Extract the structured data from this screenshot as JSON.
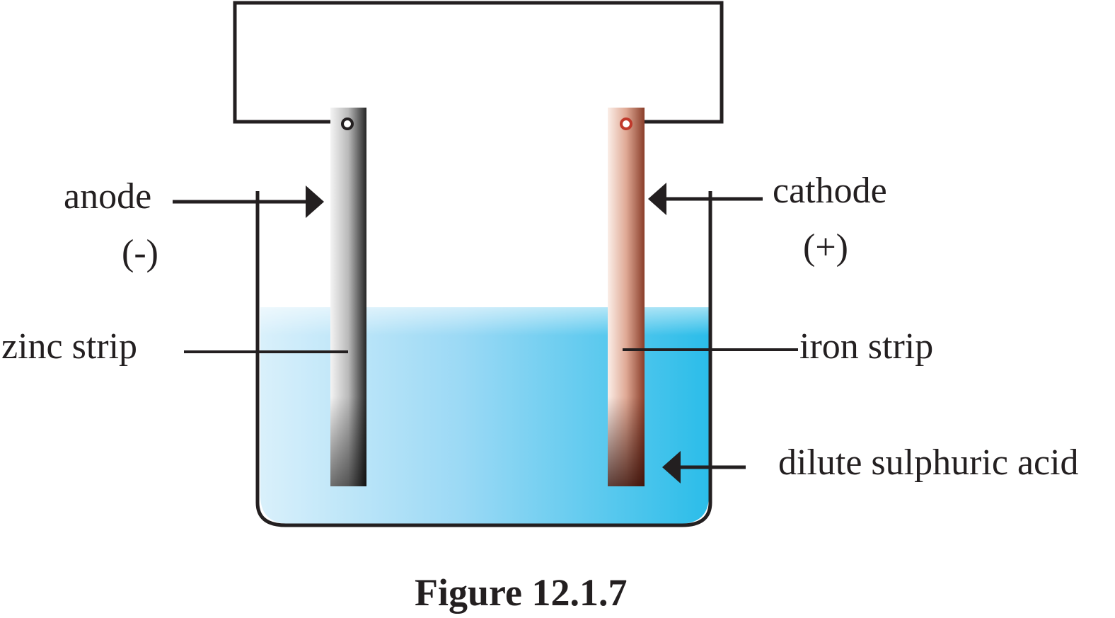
{
  "labels": {
    "anode": "anode",
    "anode_sign": "(-)",
    "cathode": "cathode",
    "cathode_sign": "(+)",
    "zinc_strip": "zinc strip",
    "iron_strip": "iron strip",
    "acid": "dilute sulphuric acid"
  },
  "caption": "Figure 12.1.7",
  "colors": {
    "wire": "#231f20",
    "solution_light": "#d7eefb",
    "solution_dark": "#2bbde9",
    "zinc_light": "#f2f2f2",
    "zinc_dark": "#2b2b2b",
    "iron_light": "#f6e3dc",
    "iron_dark": "#3a0f08",
    "cathode_terminal": "#c0392b"
  }
}
